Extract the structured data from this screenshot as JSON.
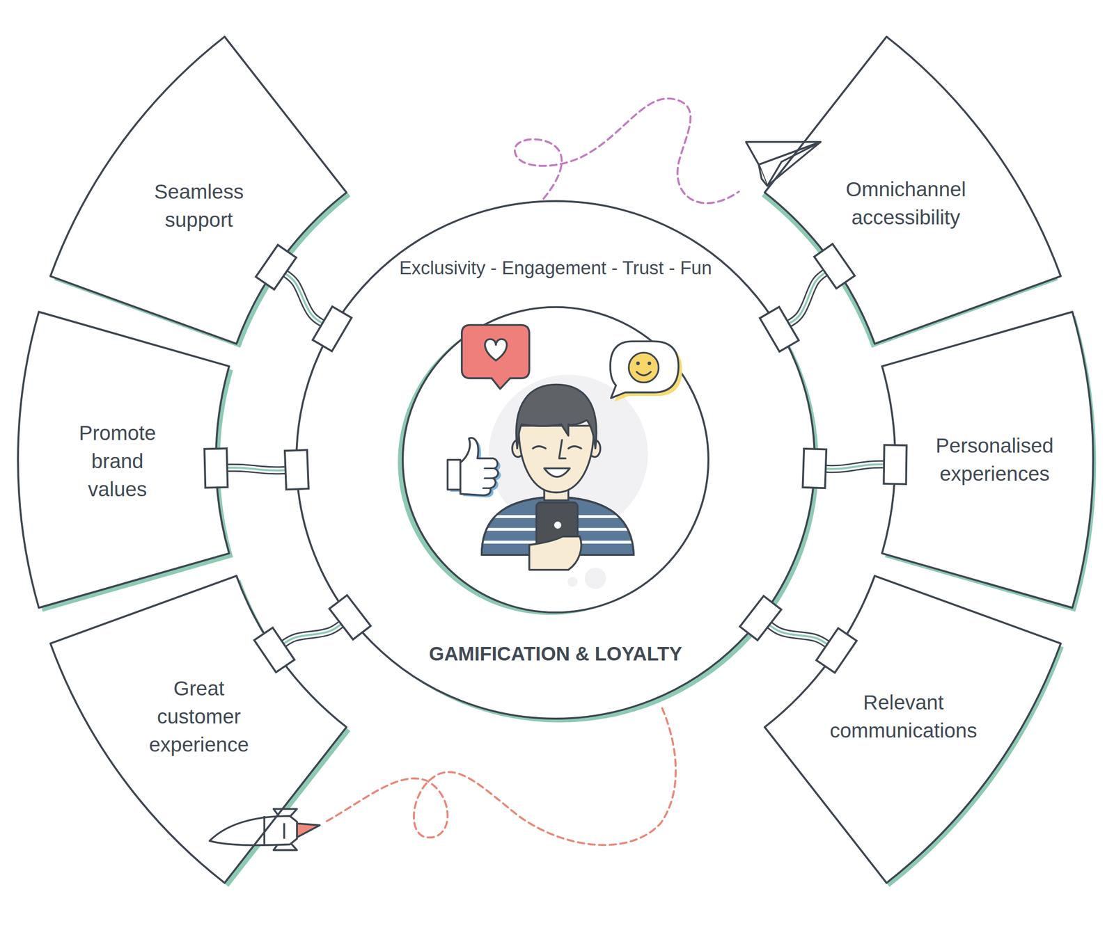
{
  "diagram": {
    "nodes": [
      {
        "text": [
          "Exclusivity - Engagement - Trust - Fun",
          "GAMIFICATION & LOYALTY"
        ]
      },
      {
        "text": [
          "Seamless support"
        ]
      },
      {
        "text": [
          "Omnichannel accessibility"
        ]
      },
      {
        "text": [
          "Promote brand values"
        ]
      },
      {
        "text": [
          "Personalised experiences"
        ]
      },
      {
        "text": [
          "Great customer experience"
        ]
      },
      {
        "text": [
          "Relevant communications"
        ]
      }
    ],
    "edges": [
      {
        "from": 0,
        "to": 1,
        "arrow": "none"
      },
      {
        "from": 0,
        "to": 2,
        "arrow": "none"
      },
      {
        "from": 0,
        "to": 3,
        "arrow": "none"
      },
      {
        "from": 0,
        "to": 4,
        "arrow": "none"
      },
      {
        "from": 0,
        "to": 5,
        "arrow": "none"
      },
      {
        "from": 0,
        "to": 6,
        "arrow": "none"
      }
    ]
  }
}
